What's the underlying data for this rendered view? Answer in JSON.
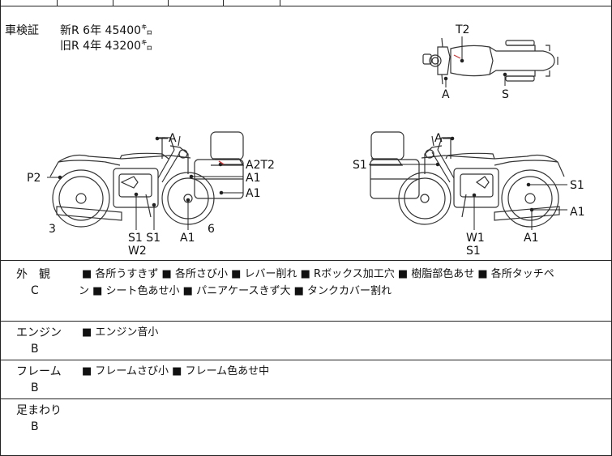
{
  "registration": {
    "label": "車検証",
    "new_line": "新R  6年  45400㌔",
    "old_line": "旧R  4年  43200㌔"
  },
  "diagram_labels": {
    "top": {
      "t2": "T2",
      "a": "A",
      "s": "S"
    },
    "left": {
      "a": "A",
      "a2t2": "A2T2",
      "a1_1": "A1",
      "a1_2": "A1",
      "p2": "P2",
      "n3": "3",
      "s1s1": "S1 S1",
      "w2": "W2",
      "a1_3": "A1",
      "n6": "6"
    },
    "right": {
      "a": "A",
      "s1_left": "S1",
      "s1_right": "S1",
      "a1_right": "A1",
      "w1": "W1",
      "s1_bottom": "S1",
      "a1_bottom": "A1"
    }
  },
  "sections": [
    {
      "title": "外　観",
      "grade": "C",
      "line1": "■ 各所うすきず ■ 各所さび小 ■ レバー削れ ■ Rボックス加工穴 ■ 樹脂部色あせ ■ 各所タッチペ",
      "line2": "ン ■ シート色あせ小 ■ パニアケースきず大 ■ タンクカバー割れ"
    },
    {
      "title": "エンジン",
      "grade": "B",
      "line1": "■ エンジン音小",
      "line2": ""
    },
    {
      "title": "フレーム",
      "grade": "B",
      "line1": "■ フレームさび小 ■ フレーム色あせ中",
      "line2": ""
    },
    {
      "title": "足まわり",
      "grade": "B",
      "line1": "",
      "line2": ""
    }
  ]
}
